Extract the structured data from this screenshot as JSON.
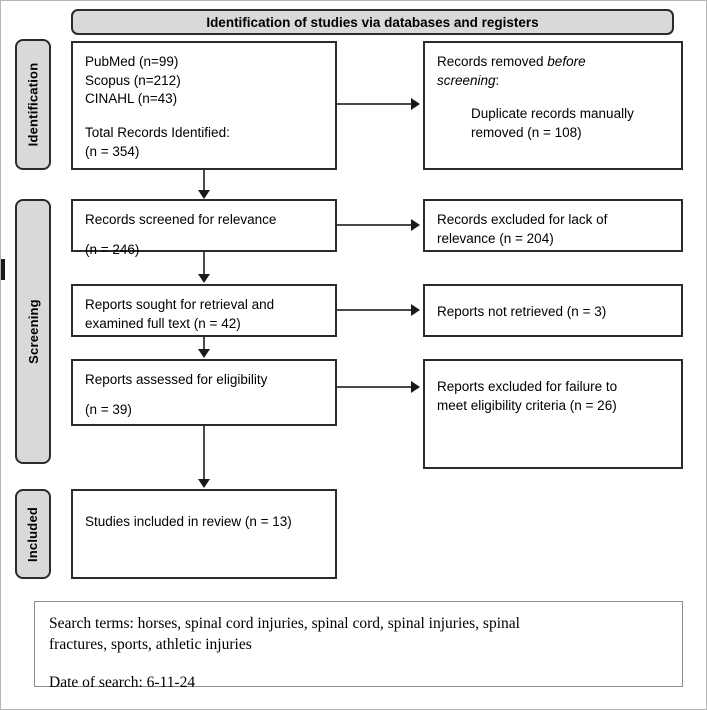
{
  "diagram": {
    "type": "prisma-flow-diagram",
    "banner_title": "Identification of studies via databases and registers",
    "stages": [
      {
        "id": "identification",
        "label": "Identification"
      },
      {
        "id": "screening",
        "label": "Screening"
      },
      {
        "id": "included",
        "label": "Included"
      }
    ],
    "boxes": {
      "identification_records": {
        "line1": "PubMed (n=99)",
        "line2": "Scopus (n=212)",
        "line3": "CINAHL (n=43)",
        "line4": "Total Records Identified:",
        "line5": "(n = 354)"
      },
      "records_removed": {
        "line1_prefix": "Records removed ",
        "line1_italic": "before",
        "line2_italic": "screening",
        "line2_suffix": ":",
        "line3": "Duplicate records manually",
        "line4": "removed (n = 108)"
      },
      "records_screened": {
        "line1": "Records screened for relevance",
        "line2": "(n = 246)"
      },
      "records_excluded": {
        "line1": "Records excluded for lack of",
        "line2": "relevance (n = 204)"
      },
      "reports_sought": {
        "line1": "Reports sought for retrieval and",
        "line2": "examined full text (n = 42)"
      },
      "reports_not_retrieved": {
        "line1": "Reports not retrieved (n = 3)"
      },
      "reports_assessed": {
        "line1": "Reports assessed for eligibility",
        "line2": "(n = 39)"
      },
      "reports_excluded_eligibility": {
        "line1": "Reports excluded for failure to",
        "line2": "meet eligibility criteria (n = 26)"
      },
      "studies_included": {
        "line1": "Studies included in review (n = 13)"
      }
    },
    "search_info": {
      "terms_line1": "Search terms: horses, spinal cord injuries, spinal cord, spinal injuries, spinal",
      "terms_line2": "fractures, sports, athletic injuries",
      "date_line": "Date of search: 6-11-24"
    },
    "counts": {
      "pubmed": 99,
      "scopus": 212,
      "cinahl": 43,
      "total_identified": 354,
      "duplicates_removed": 108,
      "screened": 246,
      "excluded_relevance": 204,
      "sought_retrieval": 42,
      "not_retrieved": 3,
      "assessed_eligibility": 39,
      "excluded_eligibility": 26,
      "included": 13
    },
    "colors": {
      "stage_fill": "#d9d9d9",
      "box_border": "#2b2b2b",
      "connector": "#4a4a4a",
      "page_border": "#b6b6b6"
    }
  }
}
